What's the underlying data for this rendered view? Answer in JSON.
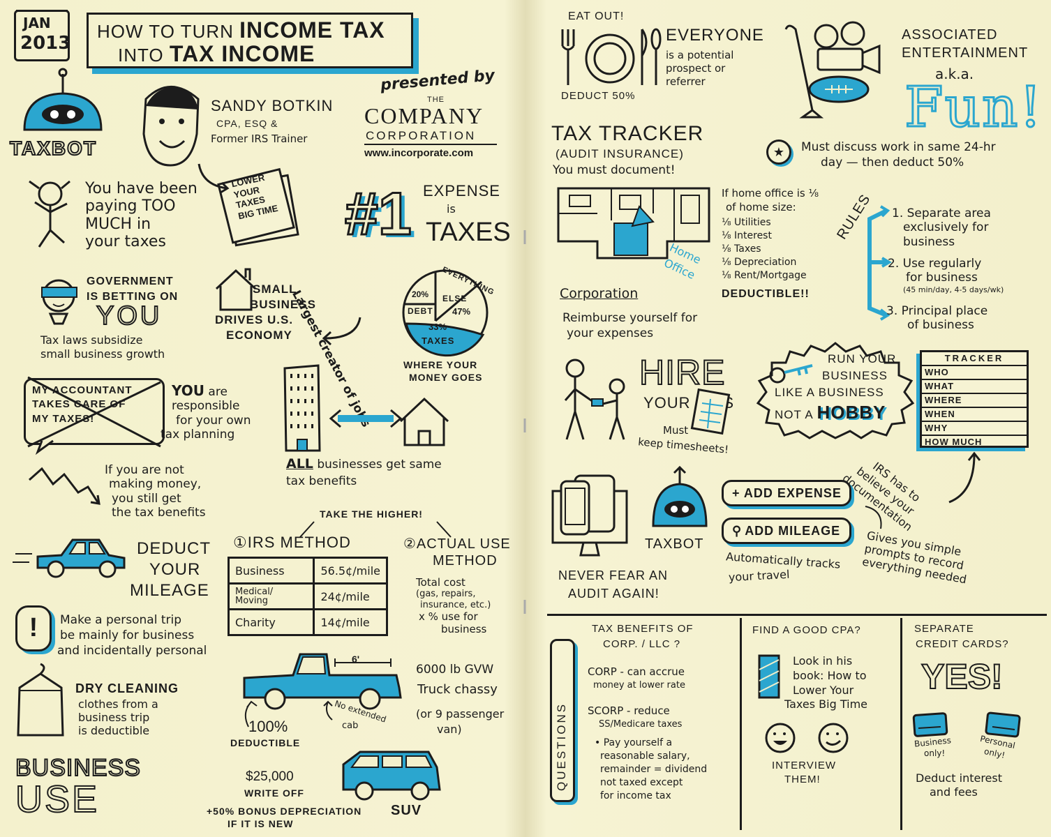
{
  "left": {
    "date": {
      "month": "JAN",
      "year": "2013"
    },
    "title": {
      "line1_a": "HOW TO TURN ",
      "line1_b": "INCOME TAX",
      "line2_a": "INTO ",
      "line2_b": "TAX INCOME"
    },
    "presented_by": "presented by",
    "company": {
      "the": "THE",
      "name": "COMPANY",
      "sub": "CORPORATION",
      "url": "www.incorporate.com"
    },
    "taxbot_logo": "TAXBOT",
    "speaker": {
      "name": "SANDY BOTKIN",
      "cred1": "CPA, ESQ &",
      "cred2": "Former IRS Trainer"
    },
    "book": [
      "LOWER",
      "YOUR",
      "TAXES",
      "BIG TIME"
    ],
    "paying": [
      "You have been",
      "paying TOO",
      "MUCH in",
      "your taxes"
    ],
    "expense": {
      "num": "#1",
      "word": "EXPENSE",
      "is": "is",
      "taxes": "TAXES"
    },
    "gov": {
      "l1": "GOVERNMENT",
      "l2": "IS BETTING ON",
      "l3": "YOU",
      "sub1": "Tax laws subsidize",
      "sub2": "small business growth"
    },
    "small_biz": [
      "SMALL",
      "BUSINESS",
      "DRIVES U.S.",
      "ECONOMY"
    ],
    "largest": "Largest creator of jobs",
    "pie": {
      "everything": "EVERYTHING",
      "else": "ELSE",
      "p47": "47%",
      "p20": "20%",
      "debt": "DEBT",
      "p33": "33%",
      "taxes": "TAXES",
      "caption1": "WHERE YOUR",
      "caption2": "MONEY GOES"
    },
    "accountant": [
      "MY ACCOUNTANT",
      "TAKES CARE OF",
      "MY TAXES!"
    ],
    "responsible": {
      "you": "YOU",
      "rest": "are",
      "l2": "responsible",
      "l3": "for your own",
      "l4": "tax planning"
    },
    "all_biz": {
      "all": "ALL",
      "rest": "businesses get same",
      "l2": "tax benefits"
    },
    "not_making": [
      "If you are not",
      "making money,",
      "you still get",
      "the tax benefits"
    ],
    "mileage": {
      "deduct": "DEDUCT",
      "your": "YOUR",
      "mileage": "MILEAGE",
      "take_higher": "TAKE THE HIGHER!",
      "irs_method": "①IRS METHOD",
      "actual1": "②ACTUAL USE",
      "actual2": "METHOD"
    },
    "irs_table": [
      [
        "Business",
        "56.5¢/mile"
      ],
      [
        "Medical/ Moving",
        "24¢/mile"
      ],
      [
        "Charity",
        "14¢/mile"
      ]
    ],
    "actual_use": [
      "Total cost",
      "(gas, repairs,",
      "insurance, etc.)",
      "x  % use for",
      "business"
    ],
    "personal_trip": [
      "Make a personal trip",
      "be mainly for business",
      "and incidentally personal"
    ],
    "dry": {
      "title": "DRY CLEANING",
      "l1": "clothes from a",
      "l2": "business trip",
      "l3": "is deductible"
    },
    "truck": {
      "six": "6'",
      "gvw": "6000 lb GVW",
      "chassy": "Truck chassy",
      "or": "(or 9 passenger",
      "van": "van)",
      "no_ext": "No extended",
      "cab": "cab",
      "p100": "100%",
      "deductible": "DEDUCTIBLE"
    },
    "business_use": {
      "l1": "BUSINESS",
      "l2": "USE"
    },
    "suv": {
      "amount": "$25,000",
      "writeoff": "WRITE OFF",
      "bonus1": "+50% BONUS DEPRECIATION",
      "bonus2": "IF IT IS NEW",
      "label": "SUV"
    }
  },
  "right": {
    "eat": {
      "out": "EAT OUT!",
      "deduct": "DEDUCT 50%"
    },
    "everyone": {
      "title": "EVERYONE",
      "l1": "is a potential",
      "l2": "prospect or",
      "l3": "referrer"
    },
    "ent": {
      "l1": "ASSOCIATED",
      "l2": "ENTERTAINMENT",
      "aka": "a.k.a.",
      "fun": "Fun!"
    },
    "must_discuss": [
      "Must discuss work in same 24-hr",
      "day — then deduct 50%"
    ],
    "tracker": {
      "title": "TAX TRACKER",
      "sub": "(AUDIT INSURANCE)",
      "doc": "You must document!"
    },
    "home_office": {
      "label1": "Home",
      "label2": "Office",
      "intro1": "If home office is ⅛",
      "intro2": "of home size:",
      "items": [
        "⅛ Utilities",
        "⅛ Interest",
        "⅛ Taxes",
        "⅛ Depreciation",
        "⅛ Rent/Mortgage"
      ],
      "deductible": "DEDUCTIBLE!!"
    },
    "rules": {
      "label": "RULES",
      "r1": [
        "1. Separate area",
        "exclusively for",
        "business"
      ],
      "r2": [
        "2. Use regularly",
        "for business",
        "(45 min/day, 4-5 days/wk)"
      ],
      "r3": [
        "3. Principal place",
        "of business"
      ]
    },
    "corp": {
      "title": "Corporation",
      "l1": "Reimburse yourself for",
      "l2": "your expenses"
    },
    "hire": {
      "hire": "HIRE",
      "kids": "YOUR KIDS",
      "must": "Must",
      "keep": "keep timesheets!"
    },
    "run_biz": {
      "l1": "RUN YOUR",
      "l2": "BUSINESS",
      "l3": "LIKE A BUSINESS",
      "l4a": "NOT A ",
      "l4b": "HOBBY"
    },
    "tracker_card": {
      "title": "TRACKER",
      "rows": [
        "WHO",
        "WHAT",
        "WHERE",
        "WHEN",
        "WHY",
        "HOW MUCH"
      ]
    },
    "irs_believe": [
      "IRS has to",
      "believe your",
      "documentation"
    ],
    "app": {
      "taxbot": "TAXBOT",
      "add_expense": "+ ADD EXPENSE",
      "add_mileage": "ADD MILEAGE",
      "auto1": "Automatically tracks",
      "auto2": "your travel",
      "prompts1": "Gives you simple",
      "prompts2": "prompts to record",
      "prompts3": "everything needed",
      "never1": "NEVER FEAR AN",
      "never2": "AUDIT AGAIN!"
    },
    "questions": {
      "label": "QUESTIONS",
      "q1": {
        "title1": "TAX BENEFITS OF",
        "title2": "CORP. / LLC ?",
        "corp1": "CORP - can accrue",
        "corp2": "money at lower rate",
        "scorp1": "SCORP - reduce",
        "scorp2": "SS/Medicare taxes",
        "pay1": "• Pay yourself a",
        "pay2": "reasonable salary,",
        "pay3": "remainder = dividend",
        "pay4": "not taxed except",
        "pay5": "for income tax"
      },
      "q2": {
        "title": "FIND A GOOD CPA?",
        "l1": "Look in his",
        "l2": "book: How to",
        "l3": "Lower Your",
        "l4": "Taxes Big Time",
        "interview1": "INTERVIEW",
        "interview2": "THEM!"
      },
      "q3": {
        "title1": "SEPARATE",
        "title2": "CREDIT CARDS?",
        "yes": "YES!",
        "biz1": "Business",
        "biz2": "only!",
        "per1": "Personal",
        "per2": "only!",
        "deduct1": "Deduct interest",
        "deduct2": "and fees"
      }
    }
  },
  "colors": {
    "accent": "#2ba6cf",
    "ink": "#1c1c1c",
    "paper": "#f3f0cc"
  }
}
